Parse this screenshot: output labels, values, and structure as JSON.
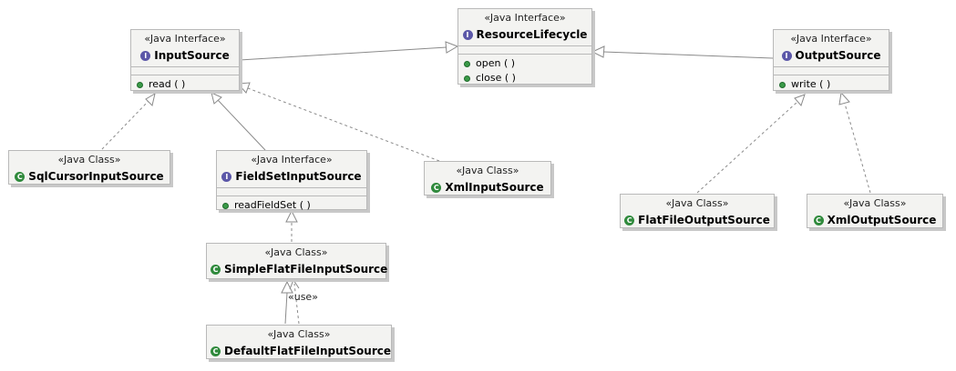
{
  "classes": {
    "resource_lifecycle": {
      "stereotype": "«Java Interface»",
      "name": "ResourceLifecycle",
      "kind": "interface",
      "methods": [
        "open ( )",
        "close ( )"
      ]
    },
    "input_source": {
      "stereotype": "«Java Interface»",
      "name": "InputSource",
      "kind": "interface",
      "methods": [
        "read ( )"
      ]
    },
    "output_source": {
      "stereotype": "«Java Interface»",
      "name": "OutputSource",
      "kind": "interface",
      "methods": [
        "write ( )"
      ]
    },
    "sql_cursor": {
      "stereotype": "«Java Class»",
      "name": "SqlCursorInputSource",
      "kind": "class"
    },
    "fieldset_input": {
      "stereotype": "«Java Interface»",
      "name": "FieldSetInputSource",
      "kind": "interface",
      "methods": [
        "readFieldSet ( )"
      ]
    },
    "xml_input": {
      "stereotype": "«Java Class»",
      "name": "XmlInputSource",
      "kind": "class"
    },
    "flatfile_output": {
      "stereotype": "«Java Class»",
      "name": "FlatFileOutputSource",
      "kind": "class"
    },
    "xml_output": {
      "stereotype": "«Java Class»",
      "name": "XmlOutputSource",
      "kind": "class"
    },
    "simple_flatfile": {
      "stereotype": "«Java Class»",
      "name": "SimpleFlatFileInputSource",
      "kind": "class"
    },
    "default_flatfile": {
      "stereotype": "«Java Class»",
      "name": "DefaultFlatFileInputSource",
      "kind": "class"
    }
  },
  "edges": {
    "use_label": "«use»"
  },
  "colors": {
    "box_fill": "#f3f3f1",
    "box_border": "#b9b9b9",
    "interface_badge": "#5b57a8",
    "class_badge": "#2f8a3c",
    "line": "#8a8a8a"
  }
}
